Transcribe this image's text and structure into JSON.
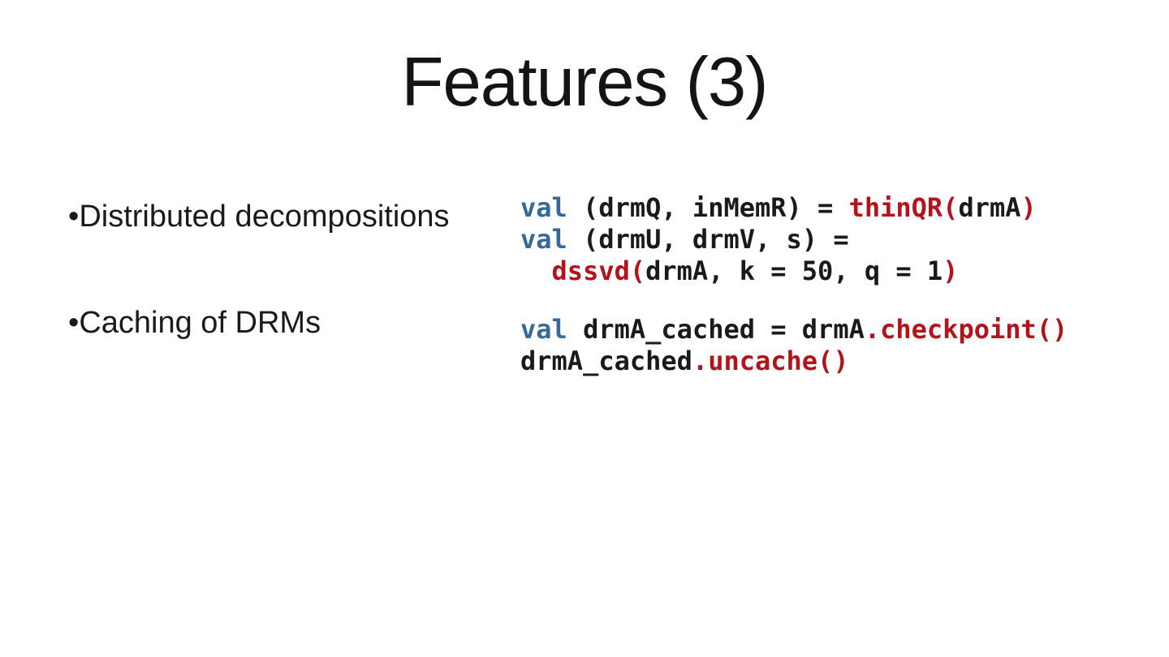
{
  "slide": {
    "title": "Features (3)",
    "bullet_char": "•",
    "bullets": [
      {
        "label": "Distributed decompositions"
      },
      {
        "label": "Caching of DRMs"
      }
    ],
    "colors": {
      "keyword": "#36689a",
      "function": "#b5121b",
      "plain": "#1a1a1a",
      "title_text": "#141414",
      "background": "#ffffff"
    },
    "code_blocks": [
      {
        "lines": [
          {
            "segments": [
              {
                "t": "val",
                "c": "keyword"
              },
              {
                "t": " (drmQ, inMemR) = ",
                "c": "plain"
              },
              {
                "t": "thinQR(",
                "c": "function"
              },
              {
                "t": "drmA",
                "c": "plain"
              },
              {
                "t": ")",
                "c": "function"
              }
            ]
          },
          {
            "segments": [
              {
                "t": "val",
                "c": "keyword"
              },
              {
                "t": " (drmU, drmV, s) =",
                "c": "plain"
              }
            ]
          },
          {
            "segments": [
              {
                "t": "  ",
                "c": "plain"
              },
              {
                "t": "dssvd(",
                "c": "function"
              },
              {
                "t": "drmA, k = 50, q = 1",
                "c": "plain"
              },
              {
                "t": ")",
                "c": "function"
              }
            ]
          }
        ]
      },
      {
        "lines": [
          {
            "segments": [
              {
                "t": "val",
                "c": "keyword"
              },
              {
                "t": " drmA_cached = drmA",
                "c": "plain"
              },
              {
                "t": ".checkpoint()",
                "c": "function"
              }
            ]
          },
          {
            "segments": [
              {
                "t": "drmA_cached",
                "c": "plain"
              },
              {
                "t": ".uncache()",
                "c": "function"
              }
            ]
          }
        ]
      }
    ]
  }
}
